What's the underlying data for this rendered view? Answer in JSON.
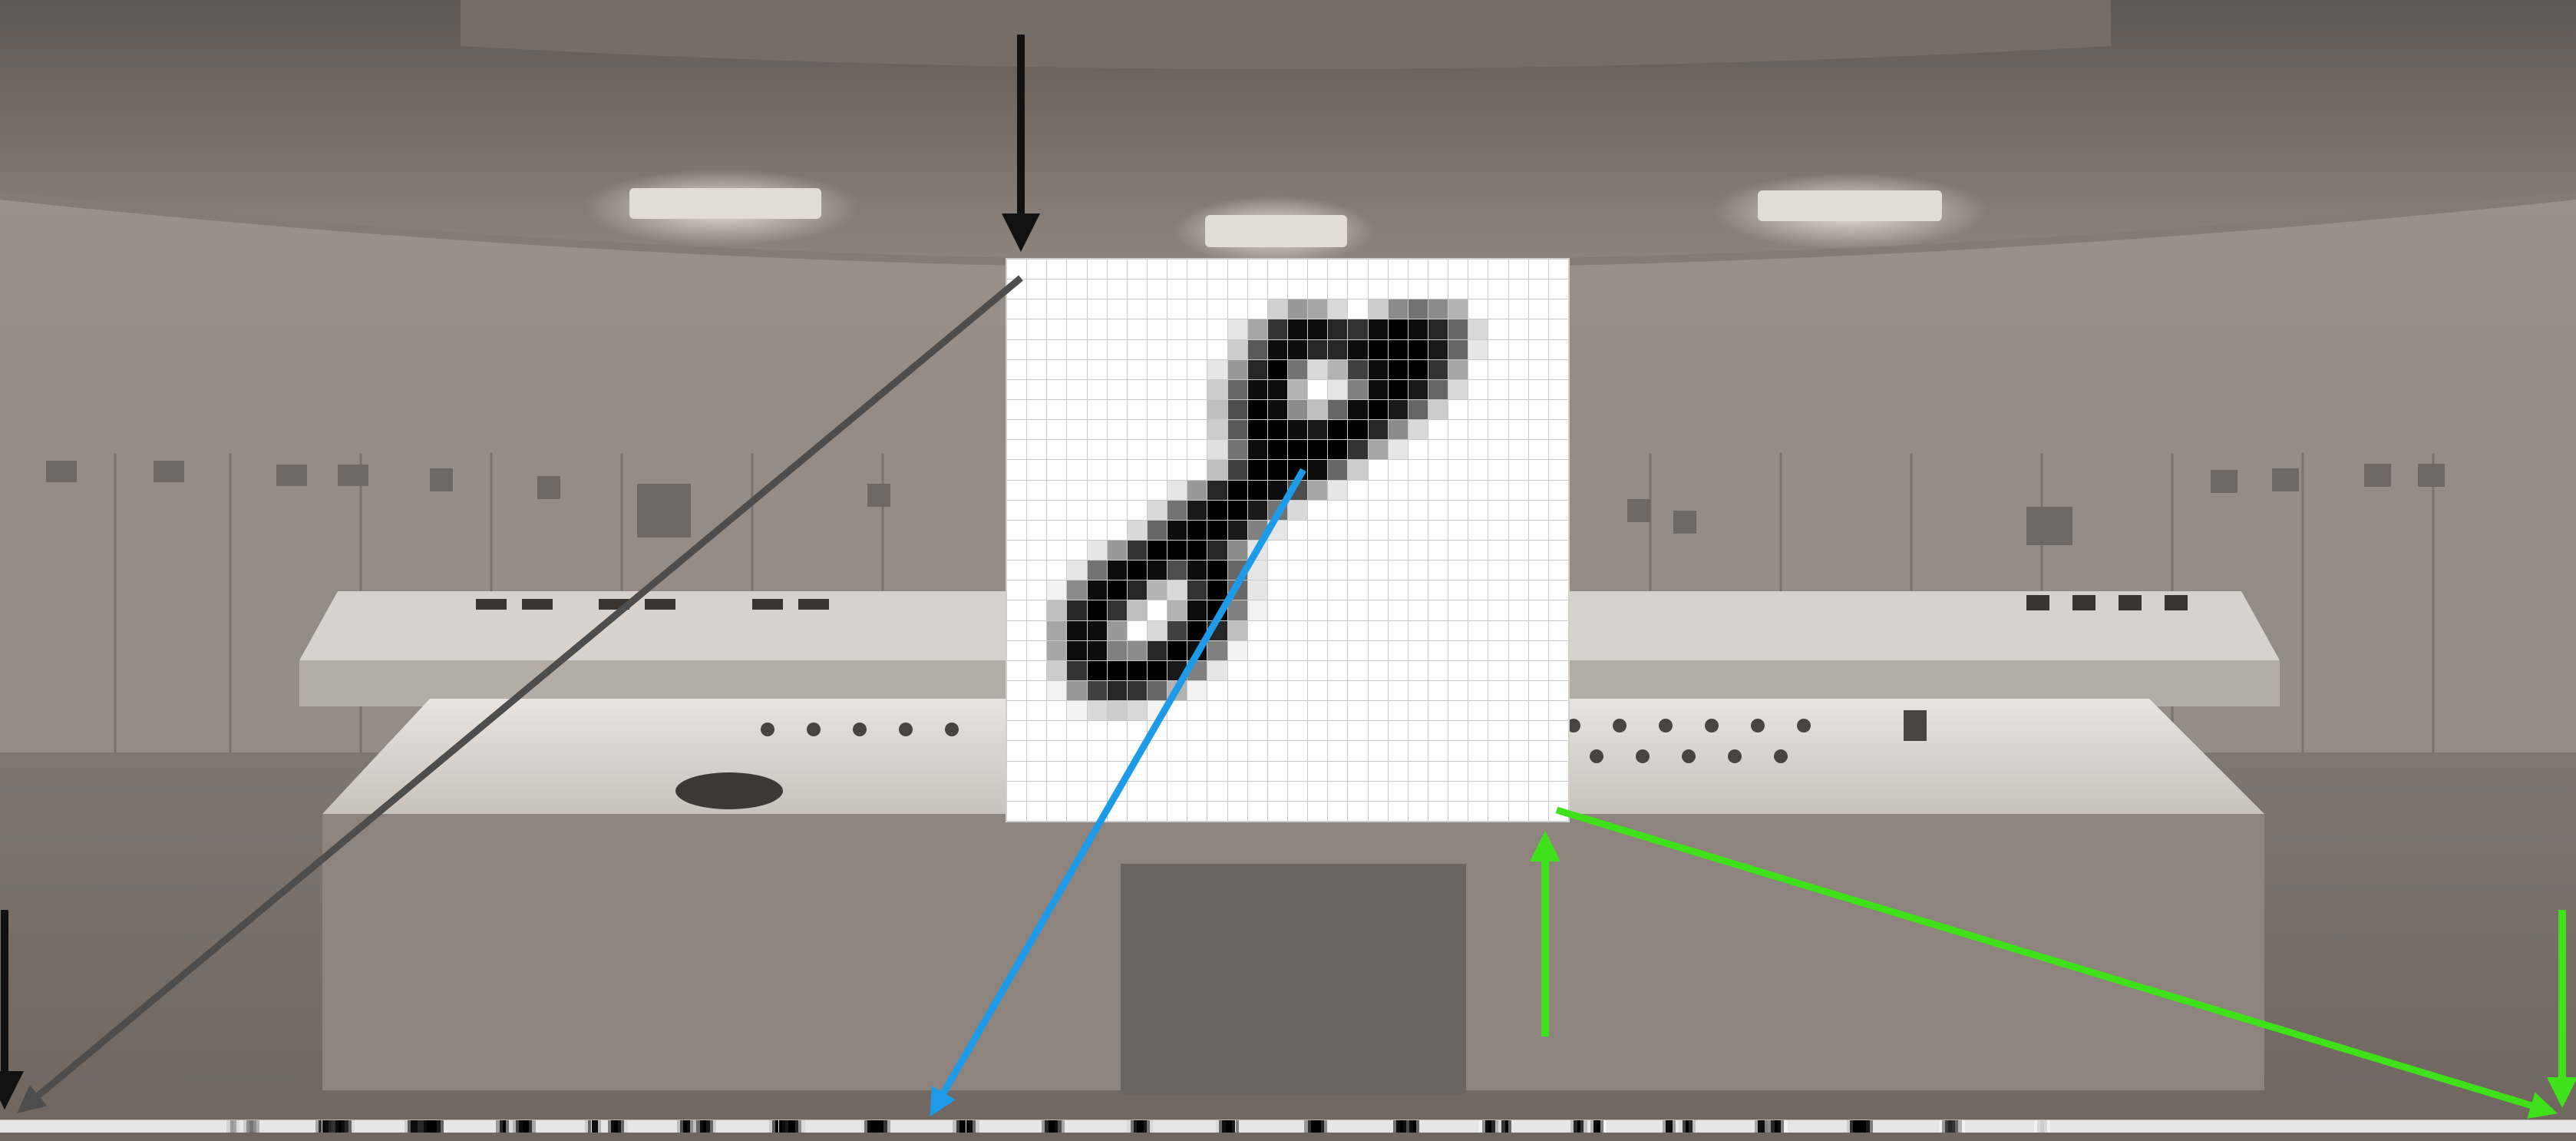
{
  "image_size": {
    "rows": 28,
    "cols": 28
  },
  "pixels": [
    [
      0,
      0,
      0,
      0,
      0,
      0,
      0,
      0,
      0,
      0,
      0,
      0,
      0,
      0,
      0,
      0,
      0,
      0,
      0,
      0,
      0,
      0,
      0,
      0,
      0,
      0,
      0,
      0
    ],
    [
      0,
      0,
      0,
      0,
      0,
      0,
      0,
      0,
      0,
      0,
      0,
      0,
      0,
      0,
      0,
      0,
      0,
      0,
      0,
      0,
      0,
      0,
      0,
      0,
      0,
      0,
      0,
      0
    ],
    [
      0,
      0,
      0,
      0,
      0,
      0,
      0,
      0,
      0,
      0,
      0,
      0,
      0,
      0.18,
      0.4,
      0.35,
      0.15,
      0,
      0.2,
      0.45,
      0.55,
      0.45,
      0.3,
      0,
      0,
      0,
      0,
      0
    ],
    [
      0,
      0,
      0,
      0,
      0,
      0,
      0,
      0,
      0,
      0,
      0,
      0.1,
      0.35,
      0.8,
      0.95,
      0.95,
      0.85,
      0.8,
      0.95,
      1,
      0.95,
      0.85,
      0.6,
      0.15,
      0,
      0,
      0,
      0
    ],
    [
      0,
      0,
      0,
      0,
      0,
      0,
      0,
      0,
      0,
      0,
      0,
      0.2,
      0.65,
      0.95,
      0.95,
      0.85,
      0.85,
      0.95,
      1,
      1,
      1,
      0.9,
      0.6,
      0.1,
      0,
      0,
      0,
      0
    ],
    [
      0,
      0,
      0,
      0,
      0,
      0,
      0,
      0,
      0,
      0,
      0.1,
      0.4,
      0.85,
      1,
      0.55,
      0.15,
      0.3,
      0.75,
      0.95,
      1,
      1,
      0.8,
      0.35,
      0,
      0,
      0,
      0,
      0
    ],
    [
      0,
      0,
      0,
      0,
      0,
      0,
      0,
      0,
      0,
      0,
      0.2,
      0.6,
      0.95,
      0.95,
      0.3,
      0,
      0.1,
      0.5,
      0.95,
      1,
      0.9,
      0.6,
      0.15,
      0,
      0,
      0,
      0,
      0
    ],
    [
      0,
      0,
      0,
      0,
      0,
      0,
      0,
      0,
      0,
      0,
      0.25,
      0.7,
      1,
      0.95,
      0.45,
      0.25,
      0.6,
      0.95,
      1,
      0.9,
      0.6,
      0.2,
      0,
      0,
      0,
      0,
      0,
      0
    ],
    [
      0,
      0,
      0,
      0,
      0,
      0,
      0,
      0,
      0,
      0,
      0.2,
      0.65,
      1,
      1,
      0.95,
      0.9,
      1,
      1,
      0.85,
      0.45,
      0.15,
      0,
      0,
      0,
      0,
      0,
      0,
      0
    ],
    [
      0,
      0,
      0,
      0,
      0,
      0,
      0,
      0,
      0,
      0,
      0.12,
      0.55,
      0.95,
      1,
      1,
      1,
      1,
      0.8,
      0.35,
      0.1,
      0,
      0,
      0,
      0,
      0,
      0,
      0,
      0
    ],
    [
      0,
      0,
      0,
      0,
      0,
      0,
      0,
      0,
      0,
      0,
      0.25,
      0.75,
      1,
      1,
      1,
      0.95,
      0.6,
      0.2,
      0,
      0,
      0,
      0,
      0,
      0,
      0,
      0,
      0,
      0
    ],
    [
      0,
      0,
      0,
      0,
      0,
      0,
      0,
      0,
      0.1,
      0.4,
      0.85,
      1,
      1,
      0.95,
      0.7,
      0.35,
      0.1,
      0,
      0,
      0,
      0,
      0,
      0,
      0,
      0,
      0,
      0,
      0
    ],
    [
      0,
      0,
      0,
      0,
      0,
      0,
      0,
      0.15,
      0.55,
      0.9,
      1,
      1,
      0.9,
      0.55,
      0.15,
      0,
      0,
      0,
      0,
      0,
      0,
      0,
      0,
      0,
      0,
      0,
      0,
      0
    ],
    [
      0,
      0,
      0,
      0,
      0,
      0,
      0.15,
      0.6,
      0.95,
      1,
      1,
      0.9,
      0.5,
      0.1,
      0,
      0,
      0,
      0,
      0,
      0,
      0,
      0,
      0,
      0,
      0,
      0,
      0,
      0
    ],
    [
      0,
      0,
      0,
      0,
      0.1,
      0.4,
      0.8,
      1,
      1,
      1,
      0.85,
      0.45,
      0.1,
      0,
      0,
      0,
      0,
      0,
      0,
      0,
      0,
      0,
      0,
      0,
      0,
      0,
      0,
      0
    ],
    [
      0,
      0,
      0,
      0.1,
      0.55,
      0.95,
      1,
      0.95,
      0.7,
      0.95,
      1,
      0.6,
      0.1,
      0,
      0,
      0,
      0,
      0,
      0,
      0,
      0,
      0,
      0,
      0,
      0,
      0,
      0,
      0
    ],
    [
      0,
      0,
      0.05,
      0.45,
      0.95,
      1,
      0.85,
      0.3,
      0.15,
      0.8,
      1,
      0.6,
      0.1,
      0,
      0,
      0,
      0,
      0,
      0,
      0,
      0,
      0,
      0,
      0,
      0,
      0,
      0,
      0
    ],
    [
      0,
      0,
      0.25,
      0.85,
      1,
      0.8,
      0.25,
      0,
      0.3,
      0.95,
      1,
      0.5,
      0.05,
      0,
      0,
      0,
      0,
      0,
      0,
      0,
      0,
      0,
      0,
      0,
      0,
      0,
      0,
      0
    ],
    [
      0,
      0,
      0.35,
      0.95,
      0.95,
      0.4,
      0,
      0.15,
      0.75,
      1,
      0.85,
      0.25,
      0,
      0,
      0,
      0,
      0,
      0,
      0,
      0,
      0,
      0,
      0,
      0,
      0,
      0,
      0,
      0
    ],
    [
      0,
      0,
      0.35,
      0.95,
      0.95,
      0.5,
      0.45,
      0.85,
      1,
      0.95,
      0.5,
      0.05,
      0,
      0,
      0,
      0,
      0,
      0,
      0,
      0,
      0,
      0,
      0,
      0,
      0,
      0,
      0,
      0
    ],
    [
      0,
      0,
      0.2,
      0.8,
      1,
      1,
      1,
      1,
      0.9,
      0.5,
      0.1,
      0,
      0,
      0,
      0,
      0,
      0,
      0,
      0,
      0,
      0,
      0,
      0,
      0,
      0,
      0,
      0,
      0
    ],
    [
      0,
      0,
      0.05,
      0.4,
      0.75,
      0.85,
      0.8,
      0.6,
      0.3,
      0.05,
      0,
      0,
      0,
      0,
      0,
      0,
      0,
      0,
      0,
      0,
      0,
      0,
      0,
      0,
      0,
      0,
      0,
      0
    ],
    [
      0,
      0,
      0,
      0.05,
      0.15,
      0.2,
      0.15,
      0.05,
      0,
      0,
      0,
      0,
      0,
      0,
      0,
      0,
      0,
      0,
      0,
      0,
      0,
      0,
      0,
      0,
      0,
      0,
      0,
      0
    ],
    [
      0,
      0,
      0,
      0,
      0,
      0,
      0,
      0,
      0,
      0,
      0,
      0,
      0,
      0,
      0,
      0,
      0,
      0,
      0,
      0,
      0,
      0,
      0,
      0,
      0,
      0,
      0,
      0
    ],
    [
      0,
      0,
      0,
      0,
      0,
      0,
      0,
      0,
      0,
      0,
      0,
      0,
      0,
      0,
      0,
      0,
      0,
      0,
      0,
      0,
      0,
      0,
      0,
      0,
      0,
      0,
      0,
      0
    ],
    [
      0,
      0,
      0,
      0,
      0,
      0,
      0,
      0,
      0,
      0,
      0,
      0,
      0,
      0,
      0,
      0,
      0,
      0,
      0,
      0,
      0,
      0,
      0,
      0,
      0,
      0,
      0,
      0
    ],
    [
      0,
      0,
      0,
      0,
      0,
      0,
      0,
      0,
      0,
      0,
      0,
      0,
      0,
      0,
      0,
      0,
      0,
      0,
      0,
      0,
      0,
      0,
      0,
      0,
      0,
      0,
      0,
      0
    ],
    [
      0,
      0,
      0,
      0,
      0,
      0,
      0,
      0,
      0,
      0,
      0,
      0,
      0,
      0,
      0,
      0,
      0,
      0,
      0,
      0,
      0,
      0,
      0,
      0,
      0,
      0,
      0,
      0
    ]
  ],
  "colors": {
    "arrow_black": "#111111",
    "arrow_gray": "#4d4d4d",
    "arrow_blue": "#1e9be8",
    "arrow_green": "#3fe21a",
    "background_tint": "#847b74"
  }
}
